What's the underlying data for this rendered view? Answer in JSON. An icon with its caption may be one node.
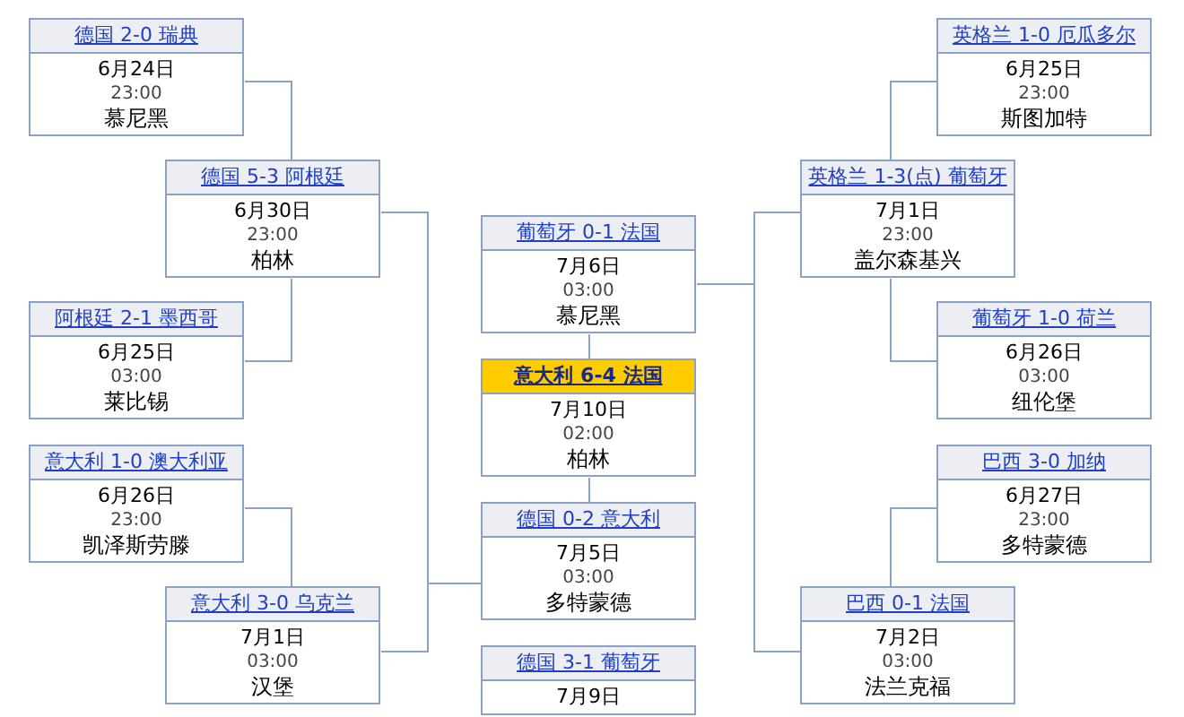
{
  "diagram": {
    "nodes": [
      {
        "text": [
          "德国 2-0 瑞典",
          "6月24日",
          "23:00",
          "慕尼黑"
        ]
      },
      {
        "text": [
          "英格兰 1-0 厄瓜多尔",
          "6月25日",
          "23:00",
          "斯图加特"
        ]
      },
      {
        "text": [
          "德国 5-3 阿根廷",
          "6月30日",
          "23:00",
          "柏林"
        ]
      },
      {
        "text": [
          "英格兰 1-3(点) 葡萄牙",
          "7月1日",
          "23:00",
          "盖尔森基兴"
        ]
      },
      {
        "text": [
          "葡萄牙 0-1 法国",
          "7月6日",
          "03:00",
          "慕尼黑"
        ]
      },
      {
        "text": [
          "阿根廷 2-1 墨西哥",
          "6月25日",
          "03:00",
          "莱比锡"
        ]
      },
      {
        "text": [
          "葡萄牙 1-0 荷兰",
          "6月26日",
          "03:00",
          "纽伦堡"
        ]
      },
      {
        "text": [
          "意大利 6-4 法国",
          "7月10日",
          "02:00",
          "柏林"
        ]
      },
      {
        "text": [
          "意大利 1-0 澳大利亚",
          "6月26日",
          "23:00",
          "凯泽斯劳滕"
        ]
      },
      {
        "text": [
          "巴西 3-0 加纳",
          "6月27日",
          "23:00",
          "多特蒙德"
        ]
      },
      {
        "text": [
          "德国 0-2 意大利",
          "7月5日",
          "03:00",
          "多特蒙德"
        ]
      },
      {
        "text": [
          "意大利 3-0 乌克兰",
          "7月1日",
          "03:00",
          "汉堡"
        ]
      },
      {
        "text": [
          "巴西 0-1 法国",
          "7月2日",
          "03:00",
          "法兰克福"
        ]
      },
      {
        "text": [
          "德国 3-1 葡萄牙",
          "7月9日"
        ]
      }
    ],
    "edges": [
      {
        "from": 0,
        "to": 2,
        "arrow": "none"
      },
      {
        "from": 5,
        "to": 2,
        "arrow": "none"
      },
      {
        "from": 1,
        "to": 3,
        "arrow": "none"
      },
      {
        "from": 6,
        "to": 3,
        "arrow": "none"
      },
      {
        "from": 8,
        "to": 11,
        "arrow": "none"
      },
      {
        "from": 9,
        "to": 12,
        "arrow": "none"
      },
      {
        "from": 2,
        "to": 10,
        "arrow": "none"
      },
      {
        "from": 11,
        "to": 10,
        "arrow": "none"
      },
      {
        "from": 3,
        "to": 4,
        "arrow": "none"
      },
      {
        "from": 12,
        "to": 4,
        "arrow": "none"
      },
      {
        "from": 4,
        "to": 7,
        "arrow": "none"
      },
      {
        "from": 10,
        "to": 7,
        "arrow": "none"
      }
    ]
  }
}
